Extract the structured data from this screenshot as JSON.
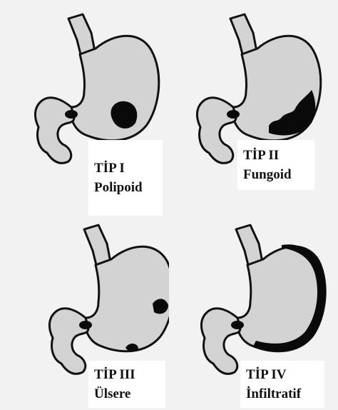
{
  "figure": {
    "panels": [
      {
        "id": "type-1",
        "type_label": "TİP I",
        "name_label": "Polipoid",
        "tumor": "polypoid"
      },
      {
        "id": "type-2",
        "type_label": "TİP II",
        "name_label": "Fungoid",
        "tumor": "fungating"
      },
      {
        "id": "type-3",
        "type_label": "TİP III",
        "name_label": "Ülsere",
        "tumor": "ulcerated"
      },
      {
        "id": "type-4",
        "type_label": "TİP IV",
        "name_label": "İnfiltratif",
        "tumor": "infiltrative"
      }
    ]
  },
  "colors": {
    "stomach_fill": "#d3d3d3",
    "outline": "#111111",
    "tumor": "#0a0a0a",
    "background": "#f2f2f2",
    "label_background": "#ffffff"
  }
}
